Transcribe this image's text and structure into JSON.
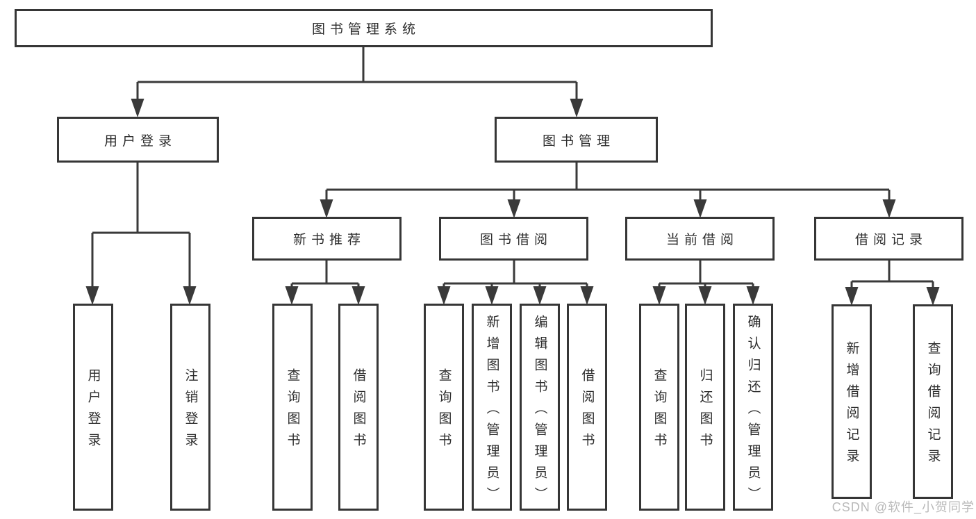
{
  "diagram_title": "图书管理系统",
  "nodes": {
    "root": {
      "label": "图书管理系统"
    },
    "user_login": {
      "label": "用户登录"
    },
    "book_mgmt": {
      "label": "图书管理"
    },
    "new_book_rec": {
      "label": "新书推荐"
    },
    "book_borrow": {
      "label": "图书借阅"
    },
    "current_borrow": {
      "label": "当前借阅"
    },
    "borrow_records": {
      "label": "借阅记录"
    },
    "ul_user_login": {
      "label": "用户登录"
    },
    "ul_logout": {
      "label": "注销登录"
    },
    "nb_query_book": {
      "label": "查询图书"
    },
    "nb_borrow_book": {
      "label": "借阅图书"
    },
    "bb_query_book": {
      "label": "查询图书"
    },
    "bb_add_book": {
      "label": "新增图书（管理员）"
    },
    "bb_edit_book": {
      "label": "编辑图书（管理员）"
    },
    "bb_borrow_book": {
      "label": "借阅图书"
    },
    "cb_query_book": {
      "label": "查询图书"
    },
    "cb_return_book": {
      "label": "归还图书"
    },
    "cb_confirm_return": {
      "label": "确认归还（管理员）"
    },
    "br_add_record": {
      "label": "新增借阅记录"
    },
    "br_query_record": {
      "label": "查询借阅记录"
    }
  },
  "hierarchy": {
    "root": "图书管理系统",
    "children": [
      {
        "label": "用户登录",
        "children": [
          "用户登录",
          "注销登录"
        ]
      },
      {
        "label": "图书管理",
        "children": [
          {
            "label": "新书推荐",
            "children": [
              "查询图书",
              "借阅图书"
            ]
          },
          {
            "label": "图书借阅",
            "children": [
              "查询图书",
              "新增图书（管理员）",
              "编辑图书（管理员）",
              "借阅图书"
            ]
          },
          {
            "label": "当前借阅",
            "children": [
              "查询图书",
              "归还图书",
              "确认归还（管理员）"
            ]
          },
          {
            "label": "借阅记录",
            "children": [
              "新增借阅记录",
              "查询借阅记录"
            ]
          }
        ]
      }
    ]
  },
  "watermark": {
    "text": "CSDN @软件_小贺同学"
  },
  "colors": {
    "line": "#3a3a3a",
    "box_border": "#363636",
    "text": "#2e2e2e",
    "watermark": "#b9b9b9",
    "background": "#ffffff"
  }
}
